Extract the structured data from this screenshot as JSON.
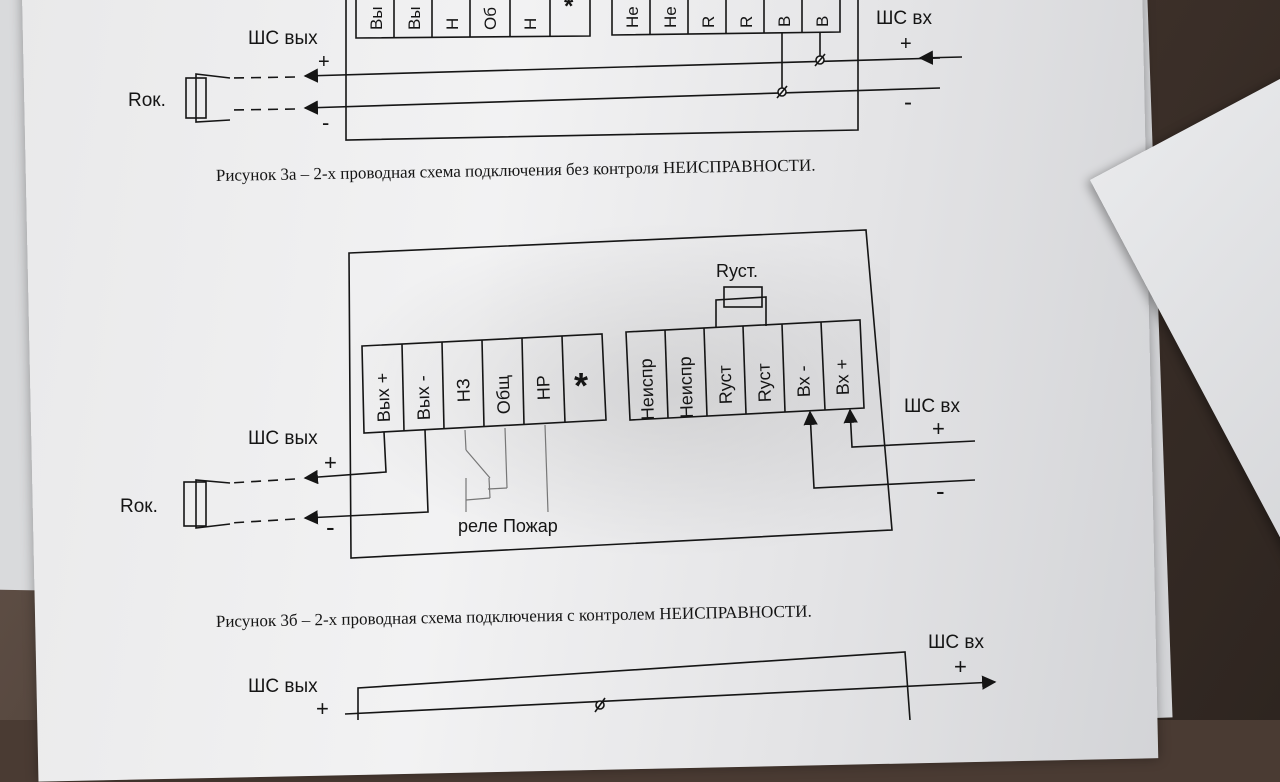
{
  "figure_a": {
    "caption": "Рисунок 3а – 2-х проводная схема подключения без контроля НЕИСПРАВНОСТИ.",
    "terminals_left_partial": [
      "Вы",
      "Вы",
      "Н",
      "Об",
      "Н",
      "*"
    ],
    "terminals_right_partial": [
      "Не",
      "Не",
      "R",
      "R",
      "В",
      "В"
    ],
    "shs_out": "ШС вых",
    "shs_in": "ШС вх",
    "plus": "+",
    "minus": "-",
    "rok": "Rок."
  },
  "figure_b": {
    "caption": "Рисунок 3б – 2-х проводная схема подключения с контролем НЕИСПРАВНОСТИ.",
    "terminals_left": [
      "Вых +",
      "Вых -",
      "НЗ",
      "Общ",
      "НР",
      "*"
    ],
    "terminals_right": [
      "Неиспр",
      "Неиспр",
      "Rуст",
      "Rуст",
      "Вх -",
      "Вх +"
    ],
    "rust_label": "Rуст.",
    "relay_label": "реле Пожар",
    "shs_out": "ШС вых",
    "shs_in": "ШС вх",
    "plus": "+",
    "minus": "-",
    "rok": "Rок."
  },
  "figure_c": {
    "shs_out": "ШС вых",
    "shs_in": "ШС вх",
    "plus": "+"
  }
}
